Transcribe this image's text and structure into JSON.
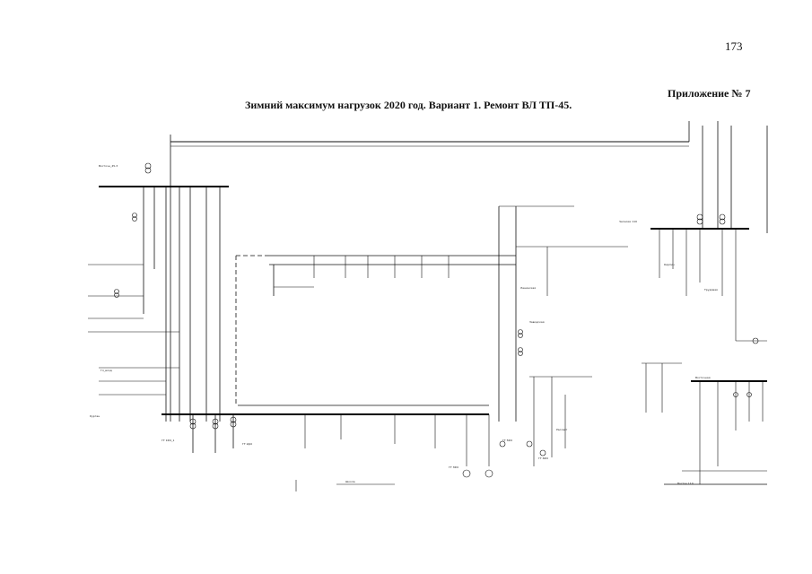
{
  "page": {
    "number": "173",
    "appendix": "Приложение № 7",
    "title": "Зимний максимум нагрузок 2020 год. Вариант 1. Ремонт ВЛ ТП-45."
  },
  "labels": {
    "vostochn": "Восточн_45-3",
    "kurgan": "Курган",
    "gl_vhod": "Гл_вход",
    "chelnoki": "Челноки 110",
    "trudovaya": "Трудовая",
    "kirpich": "Кирпич",
    "rassvet": "Рассвет",
    "lenin": "Ленинская",
    "zavodskaya": "Заводская",
    "shkola": "Школа",
    "vostochnaya": "Восточная",
    "gt1": "ГТ 1Ф0_1",
    "gt2": "ГТ 2ф0",
    "gt3": "ГТ 3Ф0",
    "gt5": "ГТ 5Ф0",
    "gt6": "ГТ 6Ф0",
    "vostok": "Восток 110"
  }
}
